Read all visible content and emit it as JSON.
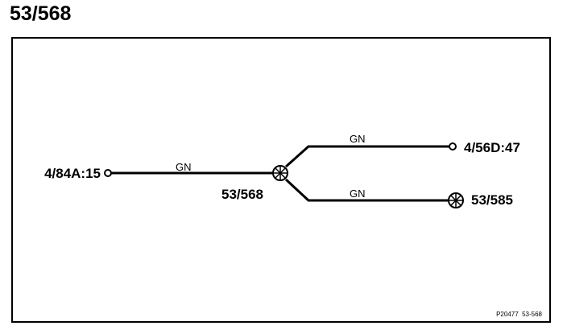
{
  "title": "53/568",
  "splice": {
    "label": "53/568"
  },
  "connectors": {
    "left": "4/84A:15",
    "top_right": "4/56D:47",
    "bottom_right": "53/585"
  },
  "wires": {
    "main": "GN",
    "upper_branch": "GN",
    "lower_branch": "GN"
  },
  "figure_ref": "P20477  53-568"
}
